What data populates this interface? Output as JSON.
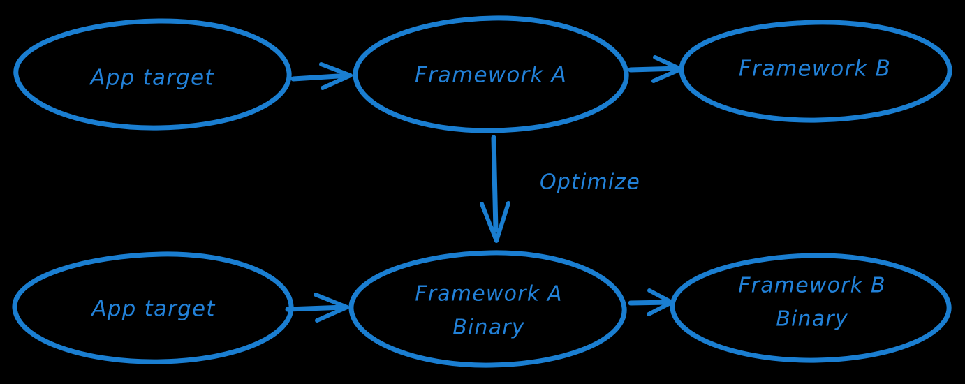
{
  "diagram": {
    "type": "flow-diagram",
    "style": "hand-drawn",
    "background_color": "#000000",
    "stroke_color": "#1a7ed1",
    "text_color": "#2281d8",
    "rows": [
      {
        "id": "before-optimization",
        "nodes": [
          {
            "id": "app-target-top",
            "label": "App target",
            "shape": "ellipse"
          },
          {
            "id": "framework-a-top",
            "label": "Framework A",
            "shape": "ellipse"
          },
          {
            "id": "framework-b-top",
            "label": "Framework B",
            "shape": "ellipse"
          }
        ],
        "edges": [
          {
            "from": "app-target-top",
            "to": "framework-a-top",
            "label": ""
          },
          {
            "from": "framework-a-top",
            "to": "framework-b-top",
            "label": ""
          }
        ]
      },
      {
        "id": "after-optimization",
        "nodes": [
          {
            "id": "app-target-bottom",
            "label": "App target",
            "shape": "ellipse"
          },
          {
            "id": "framework-a-binary",
            "label_line1": "Framework A",
            "label_line2": "Binary",
            "shape": "ellipse"
          },
          {
            "id": "framework-b-binary",
            "label_line1": "Framework B",
            "label_line2": "Binary",
            "shape": "ellipse"
          }
        ],
        "edges": [
          {
            "from": "app-target-bottom",
            "to": "framework-a-binary",
            "label": ""
          },
          {
            "from": "framework-a-binary",
            "to": "framework-b-binary",
            "label": ""
          }
        ]
      }
    ],
    "vertical_edge": {
      "from": "framework-a-top",
      "to": "framework-a-binary",
      "label": "Optimize",
      "direction": "down"
    }
  }
}
